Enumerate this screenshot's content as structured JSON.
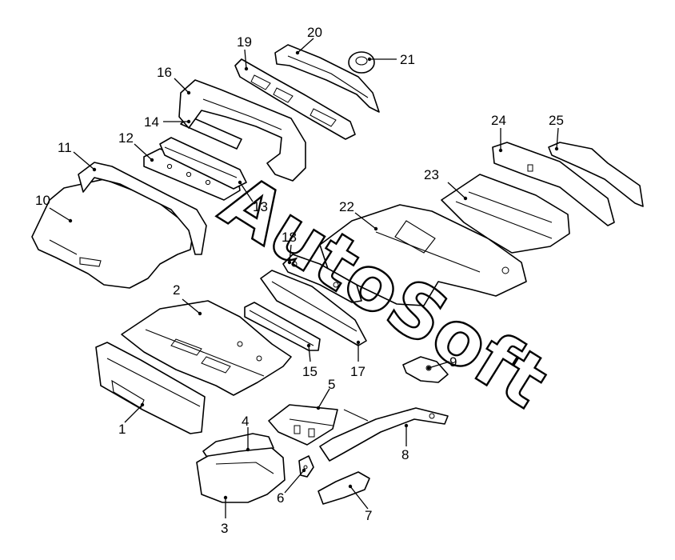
{
  "watermark": "AutoSoft",
  "callouts": [
    {
      "id": "c1",
      "label": "1"
    },
    {
      "id": "c2",
      "label": "2"
    },
    {
      "id": "c3",
      "label": "3"
    },
    {
      "id": "c4",
      "label": "4"
    },
    {
      "id": "c5",
      "label": "5"
    },
    {
      "id": "c6",
      "label": "6"
    },
    {
      "id": "c7",
      "label": "7"
    },
    {
      "id": "c8",
      "label": "8"
    },
    {
      "id": "c9",
      "label": "9"
    },
    {
      "id": "c10",
      "label": "10"
    },
    {
      "id": "c11",
      "label": "11"
    },
    {
      "id": "c12",
      "label": "12"
    },
    {
      "id": "c13",
      "label": "13"
    },
    {
      "id": "c14",
      "label": "14"
    },
    {
      "id": "c15",
      "label": "15"
    },
    {
      "id": "c16",
      "label": "16"
    },
    {
      "id": "c17",
      "label": "17"
    },
    {
      "id": "c18",
      "label": "18"
    },
    {
      "id": "c19",
      "label": "19"
    },
    {
      "id": "c20",
      "label": "20"
    },
    {
      "id": "c21",
      "label": "21"
    },
    {
      "id": "c22",
      "label": "22"
    },
    {
      "id": "c23",
      "label": "23"
    },
    {
      "id": "c24",
      "label": "24"
    },
    {
      "id": "c25",
      "label": "25"
    }
  ]
}
